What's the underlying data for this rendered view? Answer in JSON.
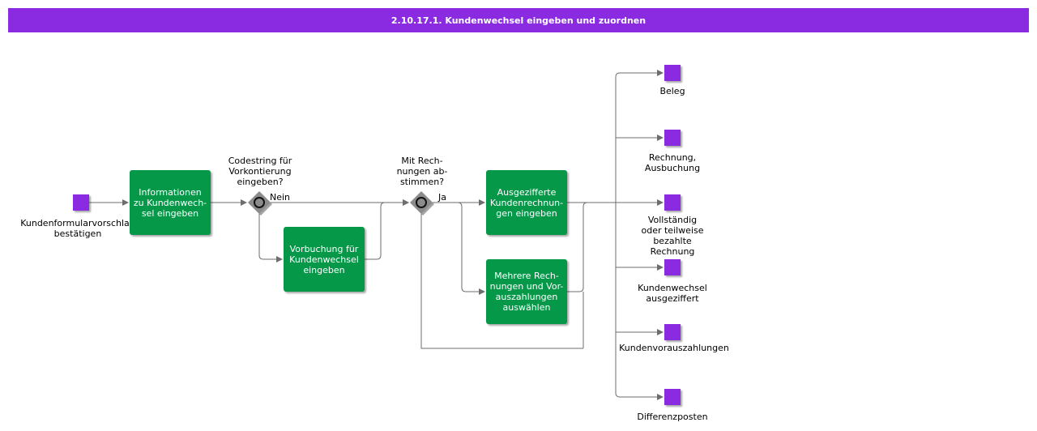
{
  "title": "2.10.17.1. Kundenwechsel eingeben und zuordnen",
  "start_event": {
    "label": "Kundenformularvorschlag\nbestätigen"
  },
  "tasks": {
    "informationen": "Informationen\nzu Kundenwech-\nsel eingeben",
    "vorbuchung": "Vorbuchung für\nKundenwechsel\neingeben",
    "ausgezifferte": "Ausgezifferte\nKundenrechnun-\ngen eingeben",
    "mehrere": "Mehrere Rech-\nnungen und Vor-\nauszahlungen\nauswählen"
  },
  "gateways": {
    "codestring": {
      "question": "Codestring für\nVorkontierung\neingeben?",
      "branch": "Nein"
    },
    "rechnungen": {
      "question": "Mit Rech-\nnungen ab-\nstimmen?",
      "branch": "Ja"
    }
  },
  "end_events": [
    "Beleg",
    "Rechnung,\nAusbuchung",
    "Vollständig\noder teilweise\nbezahlte\nRechnung",
    "Kundenwechsel\nausgeziffert",
    "Kundenvorauszahlungen",
    "Differenzposten"
  ],
  "colors": {
    "header": "#8a2be2",
    "task": "#059849",
    "event": "#8a2be2",
    "gateway": "#8c8c8c",
    "line": "#6e6e6e"
  }
}
